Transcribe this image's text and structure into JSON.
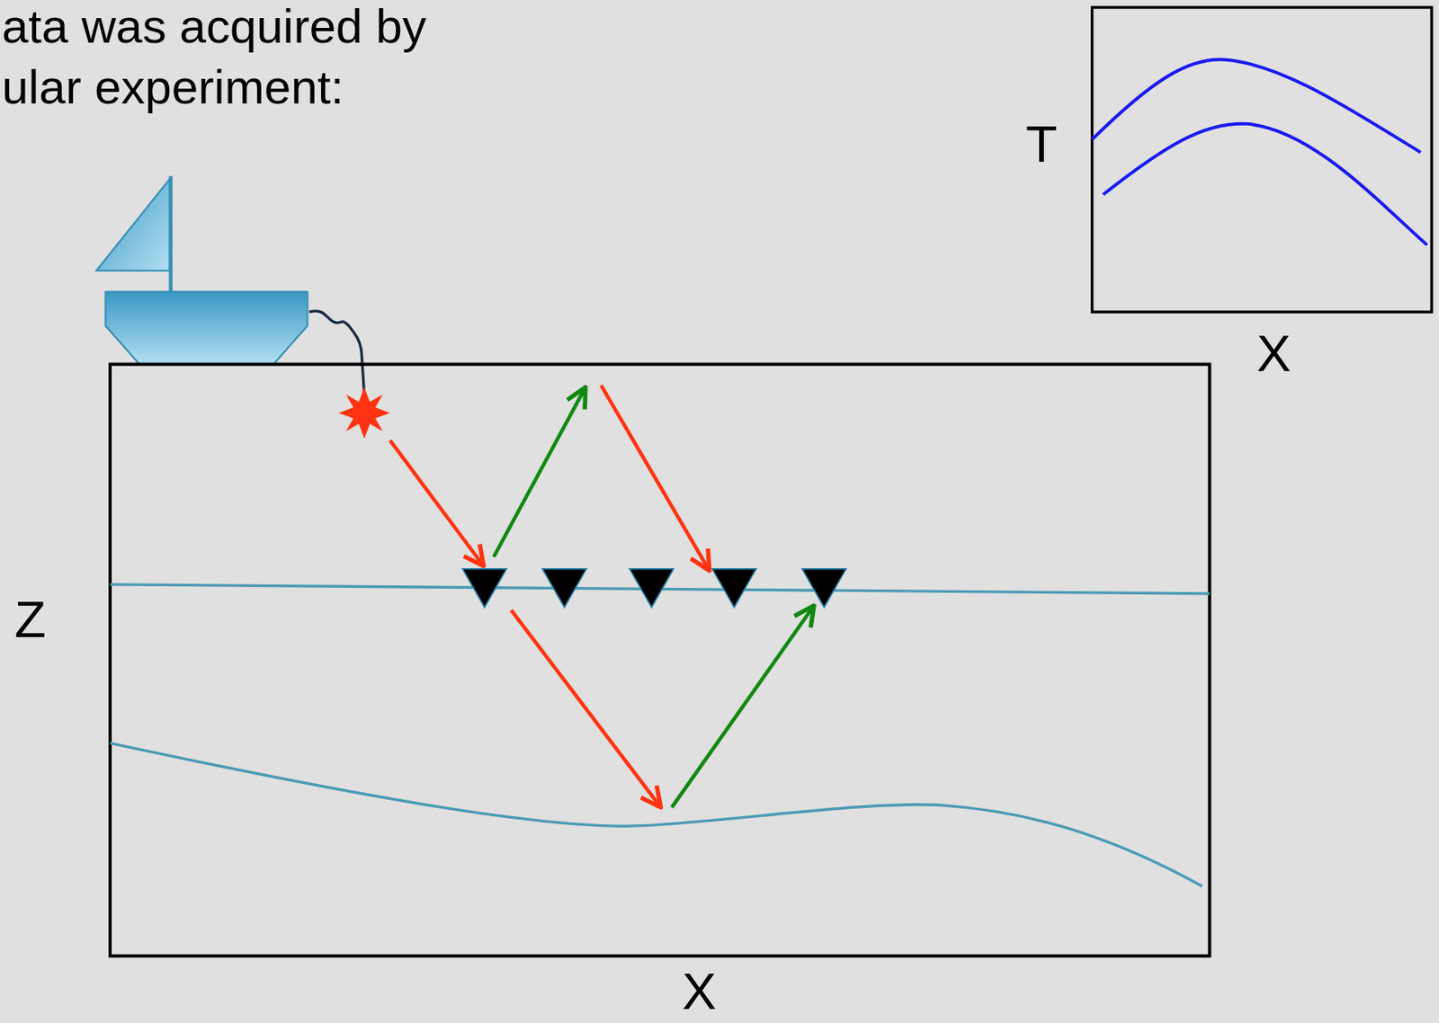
{
  "diagram": {
    "labels": [
      "ata was acquired by",
      "ular experiment:",
      "T",
      "X",
      "Z",
      "X"
    ]
  }
}
